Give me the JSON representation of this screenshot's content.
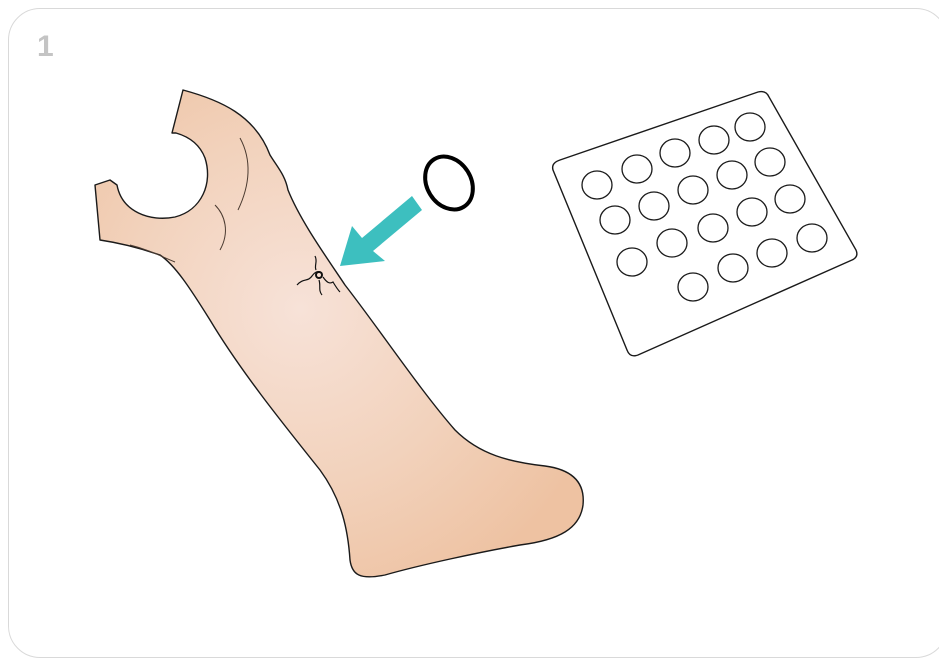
{
  "step": {
    "number": "1"
  },
  "illustration": {
    "parts": [
      "leg-skin",
      "wound-marking",
      "o-ring",
      "insert-arrow",
      "sticker-sheet"
    ],
    "colors": {
      "skin": "#f1cfb5",
      "skin_shade": "#eec2a2",
      "skin_highlight": "#f7e2d8",
      "outline": "#1a1a1a",
      "arrow": "#3dbfbf",
      "panel_border": "#d9d9d9",
      "step_number": "#c4c4c4"
    },
    "sticker_sheet": {
      "rows": [
        5,
        5,
        5,
        4
      ],
      "total": 19
    }
  }
}
